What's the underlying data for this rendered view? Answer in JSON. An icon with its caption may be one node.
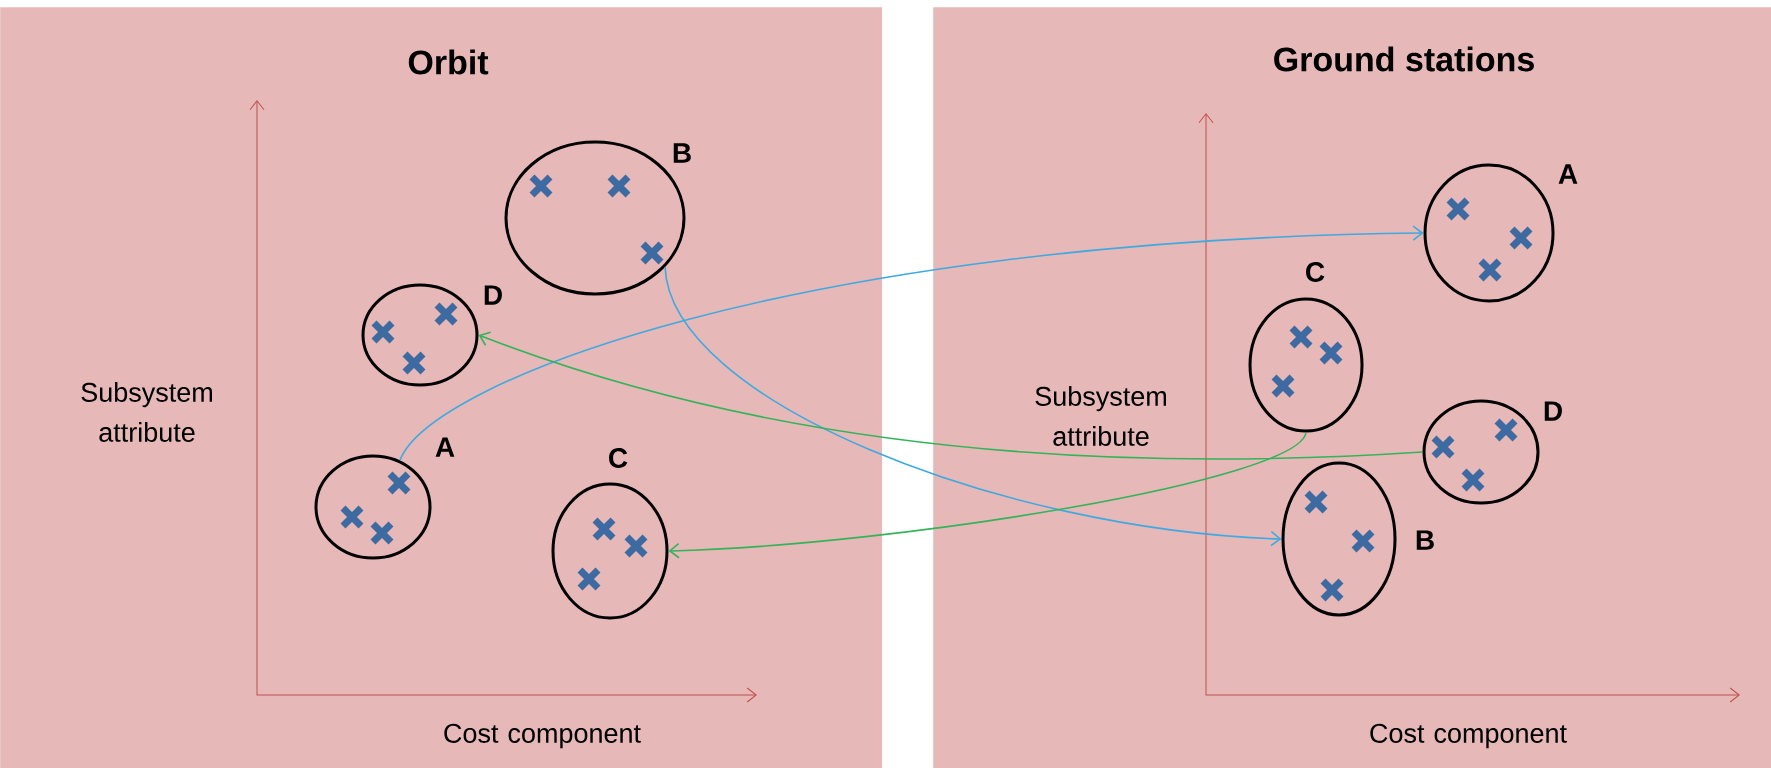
{
  "diagram": {
    "nodes": [
      {
        "text": [
          "Orbit"
        ]
      },
      {
        "text": [
          "B"
        ],
        "in": 0
      },
      {
        "text": [
          "D"
        ],
        "in": 0
      },
      {
        "text": [
          "A"
        ],
        "in": 0
      },
      {
        "text": [
          "C"
        ],
        "in": 0
      },
      {
        "text": [
          "Ground stations"
        ]
      },
      {
        "text": [
          "A"
        ],
        "in": 5
      },
      {
        "text": [
          "C"
        ],
        "in": 5
      },
      {
        "text": [
          "D"
        ],
        "in": 5
      },
      {
        "text": [
          "B"
        ],
        "in": 5
      }
    ],
    "edges": [
      {
        "from": 3,
        "to": 6,
        "arrow": "to",
        "color": "#3fa9e0"
      },
      {
        "from": 1,
        "to": 9,
        "arrow": "to",
        "color": "#3fa9e0"
      },
      {
        "from": 8,
        "to": 2,
        "arrow": "to",
        "color": "#33b35a"
      },
      {
        "from": 7,
        "to": 4,
        "arrow": "to",
        "color": "#33b35a"
      }
    ],
    "labels": [
      "Subsystem attribute",
      "Cost component",
      "Subsystem attribute",
      "Cost component"
    ]
  }
}
